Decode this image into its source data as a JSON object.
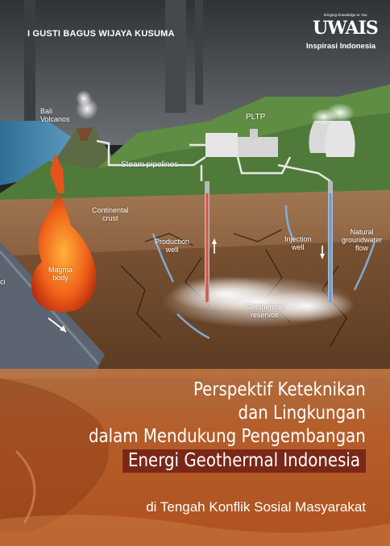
{
  "author": "I GUSTI BAGUS WIJAYA KUSUMA",
  "publisher": {
    "tagline": "bringing Knowledge to You",
    "mark": "UWAIS",
    "sub": "Inspirasi Indonesia"
  },
  "diagram": {
    "labels": {
      "bali_volcanos": "Bali\nVolcanos",
      "pltp": "PLTP",
      "steam_pipelines": "Steam pipelines",
      "continental_crust": "Continental\ncrust",
      "production_well": "Production\nwell",
      "injection_well": "Injection\nwell",
      "natural_groundwater": "Natural\ngroundwater\nflow",
      "magma_body": "Magma\nbody",
      "geothermal_reservoir": "Geothermal\nreservoir",
      "edge_fragment": "ci"
    }
  },
  "title": {
    "line1": "Perspektif Keteknikan",
    "line2": "dan Lingkungan",
    "line3": "dalam Mendukung Pengembangan",
    "line4": "Energi Geothermal Indonesia",
    "subtitle": "di Tengah Konflik Sosial Masyarakat"
  },
  "colors": {
    "title_highlight": "#7b2718",
    "bottom_overlay": "#c0642e",
    "sky": "#3c3f44"
  }
}
